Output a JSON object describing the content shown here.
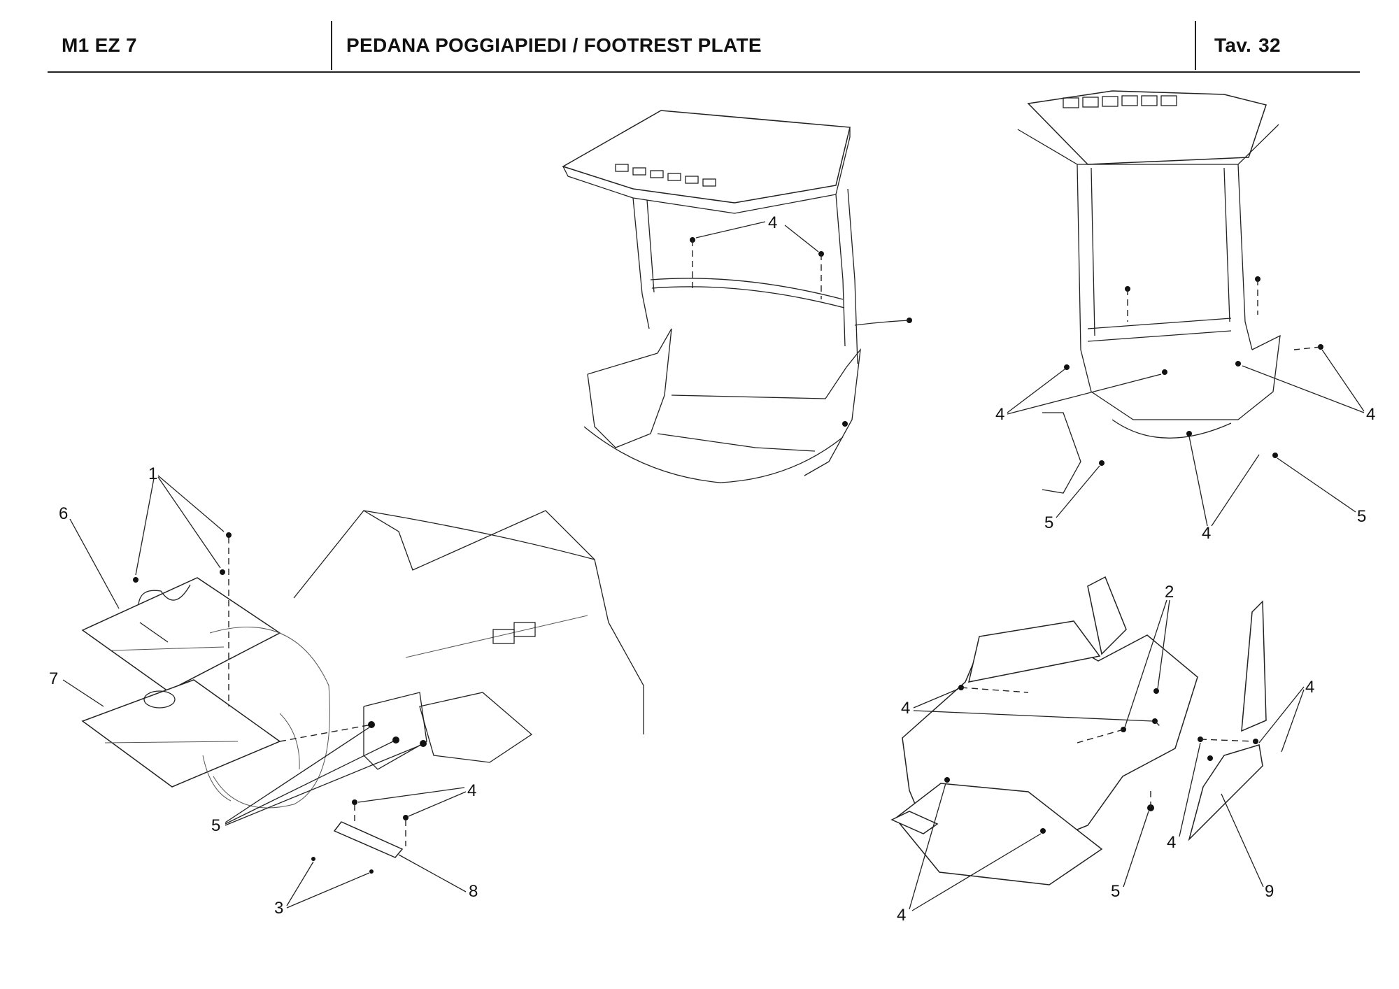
{
  "header": {
    "model_code": "M1 EZ 7",
    "title": "PEDANA POGGIAPIEDI / FOOTREST PLATE",
    "table_prefix": "Tav.",
    "table_number": "32"
  },
  "callouts": {
    "c1": "1",
    "c2": "2",
    "c3": "3",
    "c4": "4",
    "c5": "5",
    "c6": "6",
    "c7": "7",
    "c8": "8",
    "c9": "9"
  }
}
